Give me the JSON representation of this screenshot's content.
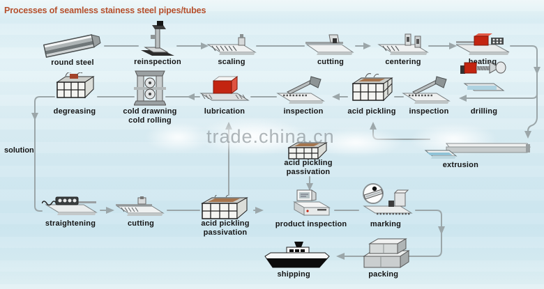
{
  "title": "Processes of seamless stainess steel pipes/tubes",
  "watermark": "trade.china.cn",
  "colors": {
    "title_orange": "#b5502d",
    "line_gray": "#9ba6a9",
    "machine_red": "#c32410",
    "tray_blue": "#8fc2d6",
    "background_blue": "#d8ecf2"
  },
  "nodes": {
    "round_steel": {
      "label": "round steel"
    },
    "reinspection": {
      "label": "reinspection"
    },
    "scaling": {
      "label": "scaling"
    },
    "cutting_top": {
      "label": "cutting"
    },
    "centering": {
      "label": "centering"
    },
    "heating": {
      "label": "heating"
    },
    "drilling": {
      "label": "drilling"
    },
    "inspection_after_drilling": {
      "label": "inspection"
    },
    "acid_pickling": {
      "label": "acid pickling"
    },
    "inspection_before_lubrication": {
      "label": "inspection"
    },
    "lubrication": {
      "label": "lubrication"
    },
    "cold_drawing": {
      "label": "cold drawning\ncold rolling"
    },
    "degreasing": {
      "label": "degreasing"
    },
    "solution": {
      "label": "solution"
    },
    "straightening": {
      "label": "straightening"
    },
    "cutting_bottom": {
      "label": "cutting"
    },
    "acid_pickling_passivation_bottom": {
      "label": "acid pickling\npassivation"
    },
    "acid_pickling_passivation_mid": {
      "label": "acid pickling\npassivation"
    },
    "extrusion": {
      "label": "extrusion"
    },
    "product_inspection": {
      "label": "product inspection"
    },
    "marking": {
      "label": "marking"
    },
    "packing": {
      "label": "packing"
    },
    "shipping": {
      "label": "shipping"
    }
  },
  "icons": {
    "round_steel": "steel-bar-icon",
    "reinspection": "press-machine-icon",
    "scaling": "scaling-bed-icon",
    "cutting_top": "cutting-machine-icon",
    "centering": "centering-machine-icon",
    "heating": "furnace-icon",
    "drilling": "lathe-icon",
    "inspection": "inspection-ramp-icon",
    "acid_pickling": "pickling-tank-icon",
    "lubrication": "lubrication-box-icon",
    "cold_drawing": "rolling-mill-icon",
    "degreasing": "degreasing-tank-icon",
    "straightening": "straightener-icon",
    "extrusion": "extrusion-press-icon",
    "product_inspection": "computer-tester-icon",
    "marking": "marking-machine-icon",
    "packing": "stacked-boxes-icon",
    "shipping": "cargo-ship-icon"
  }
}
